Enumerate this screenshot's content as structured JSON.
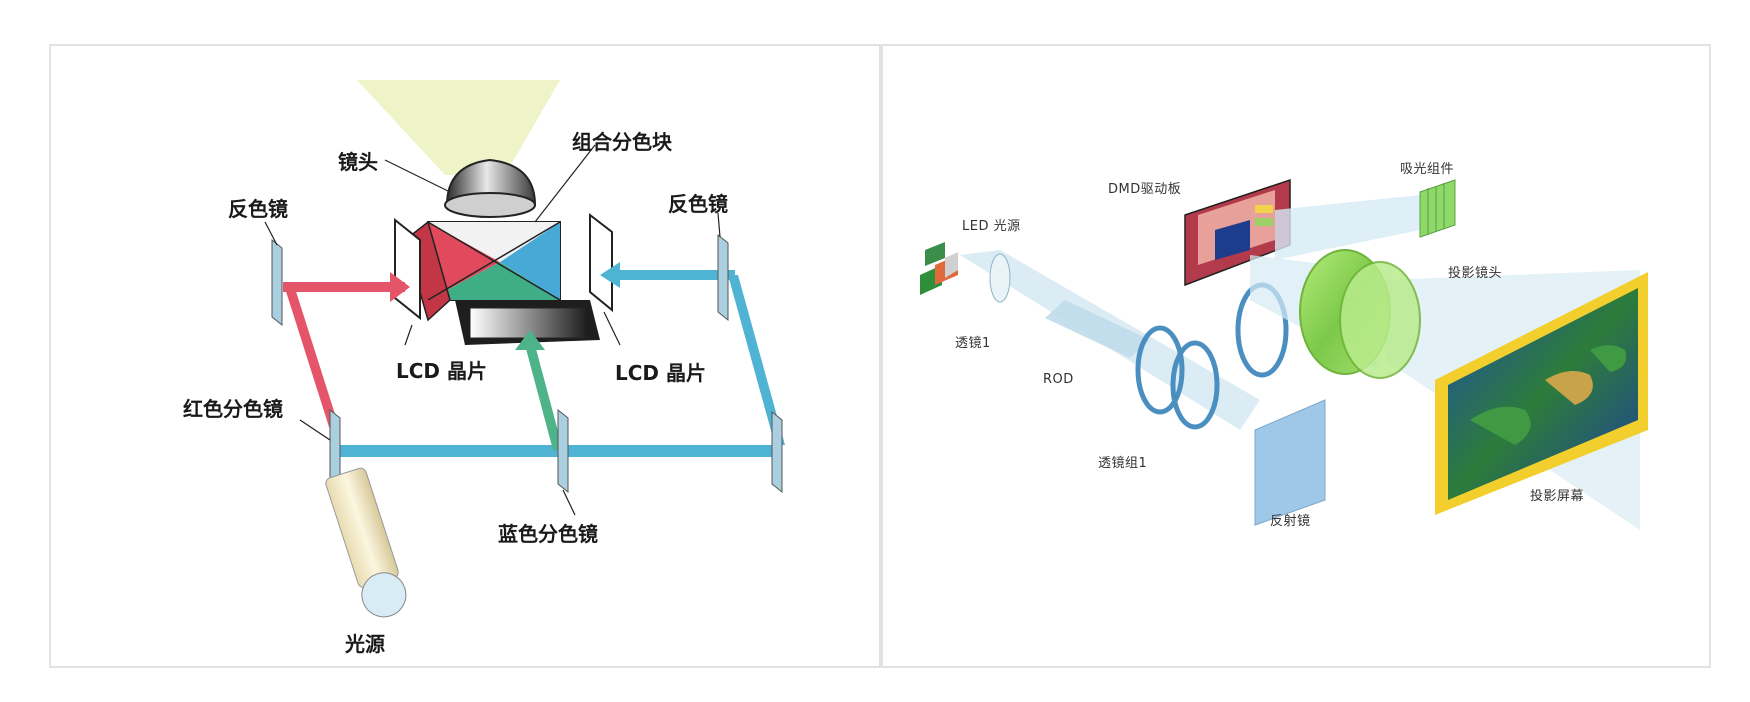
{
  "left_diagram": {
    "labels": {
      "lens": "镜头",
      "combiner": "组合分色块",
      "reflector_left": "反色镜",
      "reflector_right": "反色镜",
      "lcd_left": "LCD 晶片",
      "lcd_right": "LCD 晶片",
      "red_dichroic": "红色分色镜",
      "blue_dichroic": "蓝色分色镜",
      "light_source": "光源"
    }
  },
  "right_diagram": {
    "labels": {
      "led": "LED 光源",
      "dmd": "DMD驱动板",
      "absorber": "吸光组件",
      "projection_lens": "投影镜头",
      "lens1": "透镜1",
      "rod": "ROD",
      "lens_group": "透镜组1",
      "mirror": "反射镜",
      "screen": "投影屏幕"
    }
  },
  "colors": {
    "red_beam": "#e5556a",
    "blue_beam": "#4fb3d3",
    "green_beam": "#4fb38a",
    "projection_cone": "#eef3c8",
    "light_cone": "#c8e3ef",
    "frame_border": "#d9d9d9",
    "screen_frame": "#f2cf2d"
  }
}
